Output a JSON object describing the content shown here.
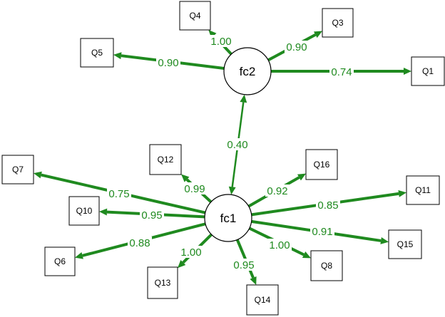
{
  "diagram": {
    "type": "path-diagram",
    "colors": {
      "path": "#1f8a1f",
      "label": "#1f8a1f",
      "node_stroke": "#000000"
    },
    "factors": [
      {
        "id": "fc2",
        "label": "fc2"
      },
      {
        "id": "fc1",
        "label": "fc1"
      }
    ],
    "items": [
      {
        "id": "Q1",
        "label": "Q1"
      },
      {
        "id": "Q3",
        "label": "Q3"
      },
      {
        "id": "Q4",
        "label": "Q4"
      },
      {
        "id": "Q5",
        "label": "Q5"
      },
      {
        "id": "Q7",
        "label": "Q7"
      },
      {
        "id": "Q10",
        "label": "Q10"
      },
      {
        "id": "Q6",
        "label": "Q6"
      },
      {
        "id": "Q12",
        "label": "Q12"
      },
      {
        "id": "Q13",
        "label": "Q13"
      },
      {
        "id": "Q14",
        "label": "Q14"
      },
      {
        "id": "Q8",
        "label": "Q8"
      },
      {
        "id": "Q15",
        "label": "Q15"
      },
      {
        "id": "Q11",
        "label": "Q11"
      },
      {
        "id": "Q16",
        "label": "Q16"
      }
    ],
    "edges": [
      {
        "from": "fc2",
        "to": "Q4",
        "value": "1.00"
      },
      {
        "from": "fc2",
        "to": "Q3",
        "value": "0.90"
      },
      {
        "from": "fc2",
        "to": "Q5",
        "value": "0.90"
      },
      {
        "from": "fc2",
        "to": "Q1",
        "value": "0.74"
      },
      {
        "from": "fc2",
        "to": "fc1",
        "value": "0.40",
        "bidirectional": true
      },
      {
        "from": "fc1",
        "to": "Q7",
        "value": "0.75"
      },
      {
        "from": "fc1",
        "to": "Q12",
        "value": "0.99"
      },
      {
        "from": "fc1",
        "to": "Q16",
        "value": "0.92"
      },
      {
        "from": "fc1",
        "to": "Q11",
        "value": "0.85"
      },
      {
        "from": "fc1",
        "to": "Q10",
        "value": "0.95"
      },
      {
        "from": "fc1",
        "to": "Q15",
        "value": "0.91"
      },
      {
        "from": "fc1",
        "to": "Q6",
        "value": "0.88"
      },
      {
        "from": "fc1",
        "to": "Q8",
        "value": "1.00"
      },
      {
        "from": "fc1",
        "to": "Q13",
        "value": "1.00"
      },
      {
        "from": "fc1",
        "to": "Q14",
        "value": "0.95"
      }
    ]
  }
}
